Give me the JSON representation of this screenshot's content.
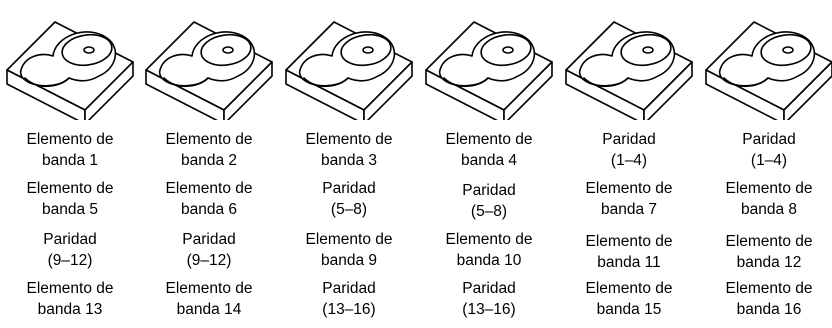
{
  "columns": [
    {
      "disk_icon": "hard-drive-icon",
      "blocks": [
        [
          "Elemento de",
          "banda 1"
        ],
        [
          "Elemento de",
          "banda 5"
        ],
        [
          "Paridad",
          "(9–12)"
        ],
        [
          "Elemento de",
          "banda 13"
        ]
      ]
    },
    {
      "disk_icon": "hard-drive-icon",
      "blocks": [
        [
          "Elemento de",
          "banda 2"
        ],
        [
          "Elemento de",
          "banda 6"
        ],
        [
          "Paridad",
          "(9–12)"
        ],
        [
          "Elemento de",
          "banda 14"
        ]
      ]
    },
    {
      "disk_icon": "hard-drive-icon",
      "blocks": [
        [
          "Elemento de",
          "banda 3"
        ],
        [
          "Paridad",
          "(5–8)"
        ],
        [
          "Elemento de",
          "banda 9"
        ],
        [
          "Paridad",
          "(13–16)"
        ]
      ]
    },
    {
      "disk_icon": "hard-drive-icon",
      "blocks": [
        [
          "Elemento de",
          "banda 4"
        ],
        [
          "Paridad",
          "(5–8)"
        ],
        [
          "Elemento de",
          "banda 10"
        ],
        [
          "Paridad",
          "(13–16)"
        ]
      ]
    },
    {
      "disk_icon": "hard-drive-icon",
      "blocks": [
        [
          "Paridad",
          "(1–4)"
        ],
        [
          "Elemento de",
          "banda 7"
        ],
        [
          "Elemento de",
          "banda 11"
        ],
        [
          "Elemento de",
          "banda 15"
        ]
      ]
    },
    {
      "disk_icon": "hard-drive-icon",
      "blocks": [
        [
          "Paridad",
          "(1–4)"
        ],
        [
          "Elemento de",
          "banda 8"
        ],
        [
          "Elemento de",
          "banda 12"
        ],
        [
          "Elemento de",
          "banda 16"
        ]
      ]
    }
  ]
}
